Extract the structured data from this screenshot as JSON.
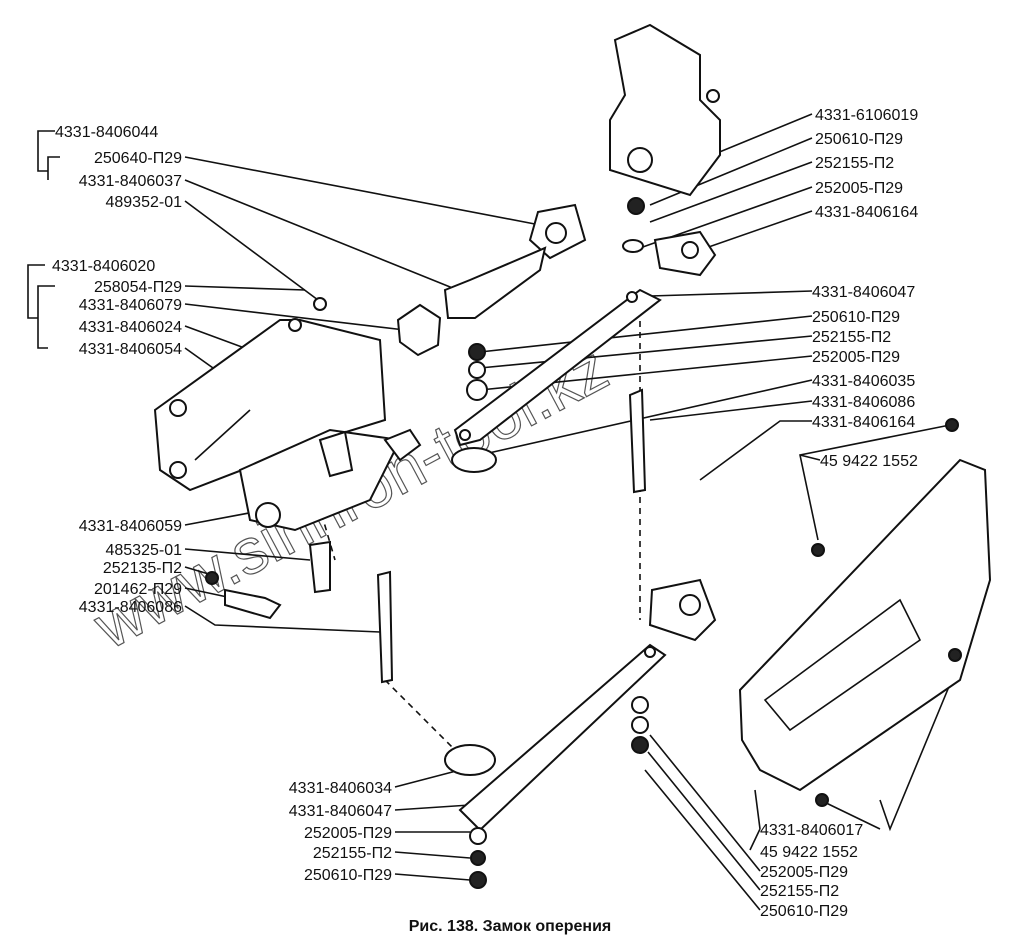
{
  "caption": "Рис. 138. Замок оперения",
  "watermark": "www.sinhron-tool.kz",
  "labels_left_top": [
    "4331-8406044",
    "250640-П29",
    "4331-8406037",
    "489352-01"
  ],
  "labels_left_mid": [
    "4331-8406020",
    "258054-П29",
    "4331-8406079",
    "4331-8406024",
    "4331-8406054"
  ],
  "labels_left_low": [
    "4331-8406059",
    "485325-01",
    "252135-П2",
    "201462-П29",
    "4331-8406086"
  ],
  "labels_bottom_center": [
    "4331-8406034",
    "4331-8406047",
    "252005-П29",
    "252155-П2",
    "250610-П29"
  ],
  "labels_right_top": [
    "4331-6106019",
    "250610-П29",
    "252155-П2",
    "252005-П29",
    "4331-8406164"
  ],
  "labels_right_mid": [
    "4331-8406047",
    "250610-П29",
    "252155-П2",
    "252005-П29",
    "4331-8406035",
    "4331-8406086",
    "4331-8406164",
    "45 9422 1552"
  ],
  "labels_right_bottom": [
    "4331-8406017",
    "45 9422 1552",
    "252005-П29",
    "252155-П2",
    "250610-П29"
  ]
}
